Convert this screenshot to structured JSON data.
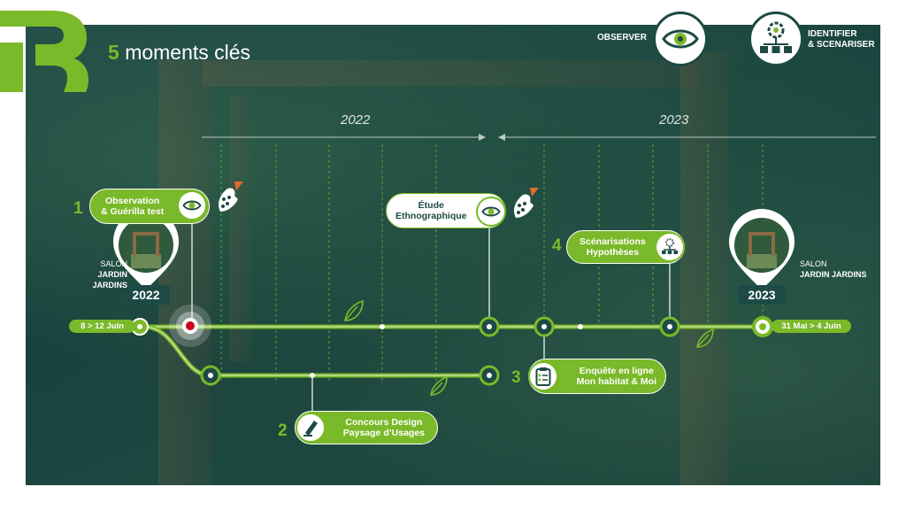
{
  "header": {
    "number": "5",
    "title": "moments clés"
  },
  "phases": {
    "observer": "OBSERVER",
    "identifier_line1": "IDENTIFIER",
    "identifier_line2": "& SCENARISER"
  },
  "years": {
    "left": "2022",
    "right": "2023"
  },
  "salon": {
    "left_line1": "SALON",
    "left_line2": "JARDIN JARDINS",
    "left_year": "2022",
    "left_dates": "8 > 12 Juin",
    "right_line1": "SALON",
    "right_line2": "JARDIN JARDINS",
    "right_year": "2023",
    "right_dates": "31 Mai > 4 Juin"
  },
  "steps": [
    {
      "number": "1",
      "line1": "Observation",
      "line2": "& Guérilla test",
      "icon": "eye-icon"
    },
    {
      "number": "2",
      "line1": "Concours Design",
      "line2": "Paysage d’Usages",
      "icon": "pencil-icon"
    },
    {
      "number": "3",
      "line1": "Enquête en ligne",
      "line2": "Mon habitat & Moi",
      "icon": "clipboard-icon"
    },
    {
      "number": "4",
      "line1": "Scénarisations",
      "line2": "Hypothèses",
      "icon": "network-icon"
    }
  ],
  "ethno": {
    "line1": "Étude",
    "line2": "Ethnographique",
    "icon": "eye-icon"
  },
  "colors": {
    "accent_green": "#7ab929",
    "dark_teal": "#1d4a45",
    "marker_red": "#d0021b"
  }
}
